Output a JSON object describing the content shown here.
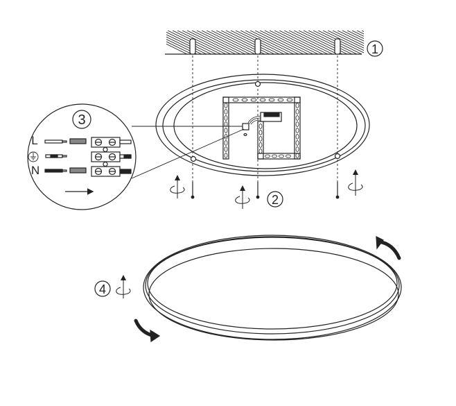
{
  "steps": {
    "step1": "1",
    "step2": "2",
    "step3": "3",
    "step4": "4"
  },
  "wiring": {
    "live": "L",
    "neutral": "N",
    "earth_icon": "ground-symbol-icon"
  },
  "colors": {
    "stroke": "#222222",
    "background": "#ffffff"
  }
}
